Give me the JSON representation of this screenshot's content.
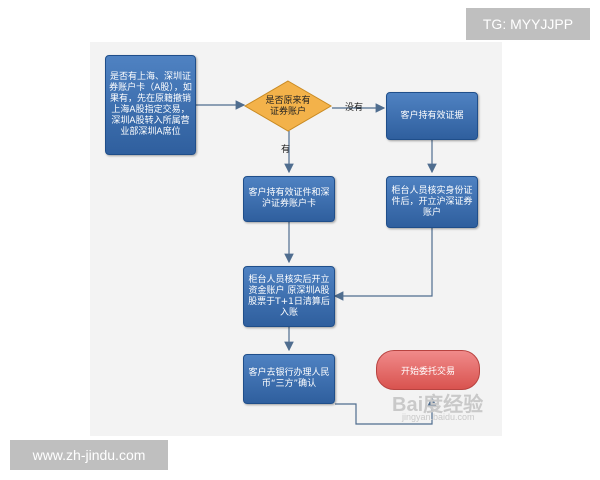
{
  "top_tag": "TG: MYYJJPP",
  "bottom_tag": "www.zh-jindu.com",
  "flowchart": {
    "start": "是否有上海、深圳证券账户卡（A股），如果有，先在原籍撤销上海A股指定交易，深圳A股转入所属营业部深圳A席位",
    "decision": "是否原来有证券账户",
    "label_no": "没有",
    "label_yes": "有",
    "bring_id_docs": "客户持有效证件和深沪证券账户卡",
    "bring_id": "客户持有效证据",
    "verify_open": "柜台人员核实身份证件后，开立沪深证券账户",
    "fund_account": "柜台人员核实后开立资金账户 原深圳A股股票于T+1日清算后入账",
    "bank_confirm": "客户去银行办理人民币“三方”确认",
    "end": "开始委托交易"
  },
  "watermark": {
    "logo": "Bai度经验",
    "url": "jingyan.baidu.com"
  }
}
